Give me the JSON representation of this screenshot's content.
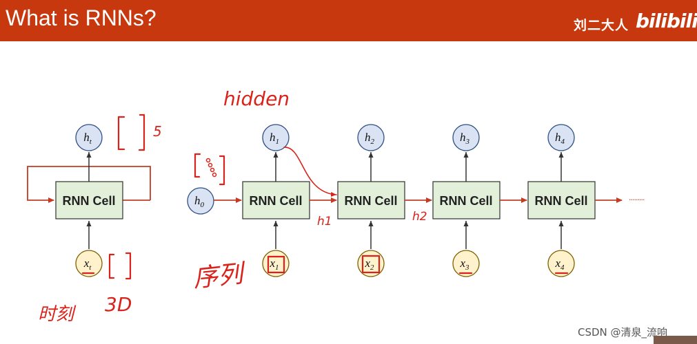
{
  "header": {
    "title": "What is RNNs?",
    "brand_text": "刘二大人",
    "brand_logo": "bilibili",
    "background_color": "#c8380f"
  },
  "diagram": {
    "cell_label": "RNN Cell",
    "folded": {
      "hidden_label": "h",
      "hidden_sub": "t",
      "input_label": "x",
      "input_sub": "t"
    },
    "h0": {
      "label": "h",
      "sub": "0"
    },
    "unrolled": [
      {
        "h": "h",
        "h_sub": "1",
        "x": "x",
        "x_sub": "1"
      },
      {
        "h": "h",
        "h_sub": "2",
        "x": "x",
        "x_sub": "2"
      },
      {
        "h": "h",
        "h_sub": "3",
        "x": "x",
        "x_sub": "3"
      },
      {
        "h": "h",
        "h_sub": "4",
        "x": "x",
        "x_sub": "4"
      }
    ],
    "ellipsis": "·········",
    "colors": {
      "cell_fill": "#e2efd9",
      "cell_stroke": "#2f2f2f",
      "hidden_fill": "#dae3f3",
      "hidden_stroke": "#2f4f7f",
      "input_fill": "#fff2cc",
      "input_stroke": "#7f6000",
      "arrow": "#c23b22",
      "ink": "#d9231a"
    }
  },
  "annotations": {
    "hidden": "hidden",
    "five": "5",
    "h1_label": "h1",
    "h2_label": "h2",
    "seq": "序列",
    "dim": "3D",
    "timestep": "时刻"
  },
  "watermark": "CSDN @清泉_流响"
}
